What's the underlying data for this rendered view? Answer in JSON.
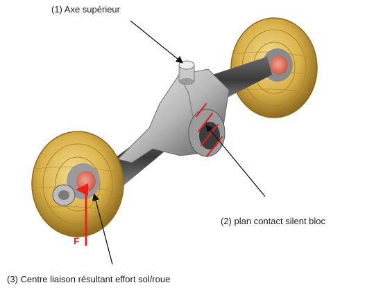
{
  "labels": {
    "upper_axis": "(1) Axe supérieur",
    "contact_plane": "(2) plan contact silent bloc",
    "link_center": "(3) Centre liaison résultant effort sol/roue",
    "force": "F"
  },
  "colors": {
    "force_arrow": "#e8201e",
    "hatch": "#e02020",
    "tire": "#d9b14a",
    "tire_dark": "#9a7420",
    "hub": "#e07a6a",
    "body": "#bdbdbd",
    "body_dark": "#555555",
    "leader": "#111111"
  }
}
